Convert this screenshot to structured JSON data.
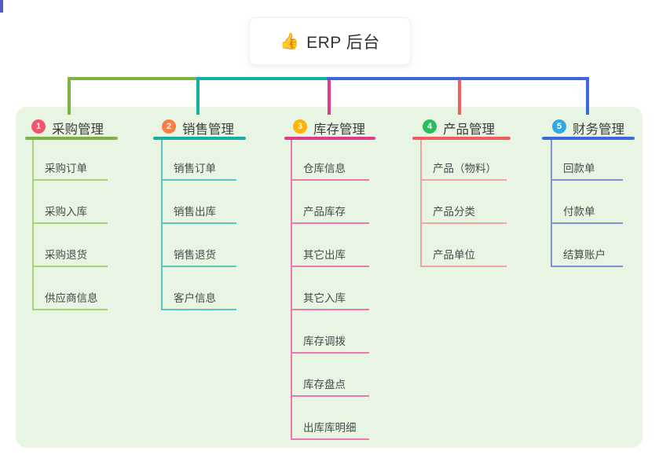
{
  "root": {
    "icon": "👍",
    "title": "ERP 后台"
  },
  "canvas": {
    "panel_bg": "#E8F5E2",
    "root_connector_color": "#5459C9"
  },
  "branches": [
    {
      "index": "1",
      "title": "采购管理",
      "color": "#7CB342",
      "child_color": "#A5D378",
      "badge_color": "#F2556E",
      "children": [
        "采购订单",
        "采购入库",
        "采购退货",
        "供应商信息"
      ]
    },
    {
      "index": "2",
      "title": "销售管理",
      "color": "#17AEA6",
      "child_color": "#5BC6C0",
      "badge_color": "#F87E45",
      "children": [
        "销售订单",
        "销售出库",
        "销售退货",
        "客户信息"
      ]
    },
    {
      "index": "3",
      "title": "库存管理",
      "color": "#E03C8E",
      "child_color": "#EF77AE",
      "badge_color": "#FFB302",
      "children": [
        "仓库信息",
        "产品库存",
        "其它出库",
        "其它入库",
        "库存调拨",
        "库存盘点",
        "出库库明细"
      ]
    },
    {
      "index": "4",
      "title": "产品管理",
      "color": "#F25D5D",
      "child_color": "#F7A3A3",
      "badge_color": "#29BD5F",
      "children": [
        "产品（物料）",
        "产品分类",
        "产品单位"
      ]
    },
    {
      "index": "5",
      "title": "财务管理",
      "color": "#3E68DF",
      "child_color": "#8493D8",
      "badge_color": "#30A8E6",
      "children": [
        "回款单",
        "付款单",
        "结算账户"
      ]
    }
  ]
}
